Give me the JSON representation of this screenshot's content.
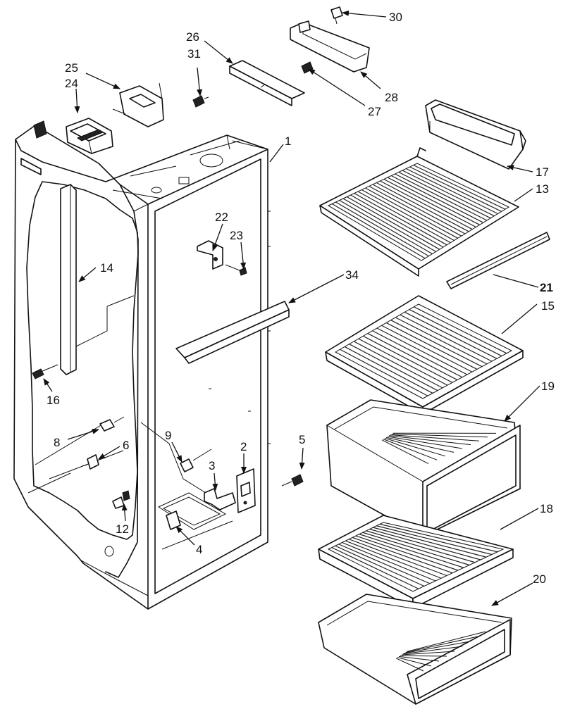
{
  "callouts": [
    {
      "id": "c1",
      "label": "1"
    },
    {
      "id": "c2",
      "label": "2"
    },
    {
      "id": "c3",
      "label": "3"
    },
    {
      "id": "c4",
      "label": "4"
    },
    {
      "id": "c5",
      "label": "5"
    },
    {
      "id": "c6",
      "label": "6"
    },
    {
      "id": "c8",
      "label": "8"
    },
    {
      "id": "c9",
      "label": "9"
    },
    {
      "id": "c12",
      "label": "12"
    },
    {
      "id": "c13",
      "label": "13"
    },
    {
      "id": "c14",
      "label": "14"
    },
    {
      "id": "c15",
      "label": "15"
    },
    {
      "id": "c16",
      "label": "16"
    },
    {
      "id": "c17",
      "label": "17"
    },
    {
      "id": "c18",
      "label": "18"
    },
    {
      "id": "c19",
      "label": "19"
    },
    {
      "id": "c20",
      "label": "20"
    },
    {
      "id": "c21",
      "label": "21"
    },
    {
      "id": "c22",
      "label": "22"
    },
    {
      "id": "c23",
      "label": "23"
    },
    {
      "id": "c24",
      "label": "24"
    },
    {
      "id": "c25",
      "label": "25"
    },
    {
      "id": "c26",
      "label": "26"
    },
    {
      "id": "c27",
      "label": "27"
    },
    {
      "id": "c28",
      "label": "28"
    },
    {
      "id": "c30",
      "label": "30"
    },
    {
      "id": "c31",
      "label": "31"
    },
    {
      "id": "c34",
      "label": "34"
    }
  ]
}
